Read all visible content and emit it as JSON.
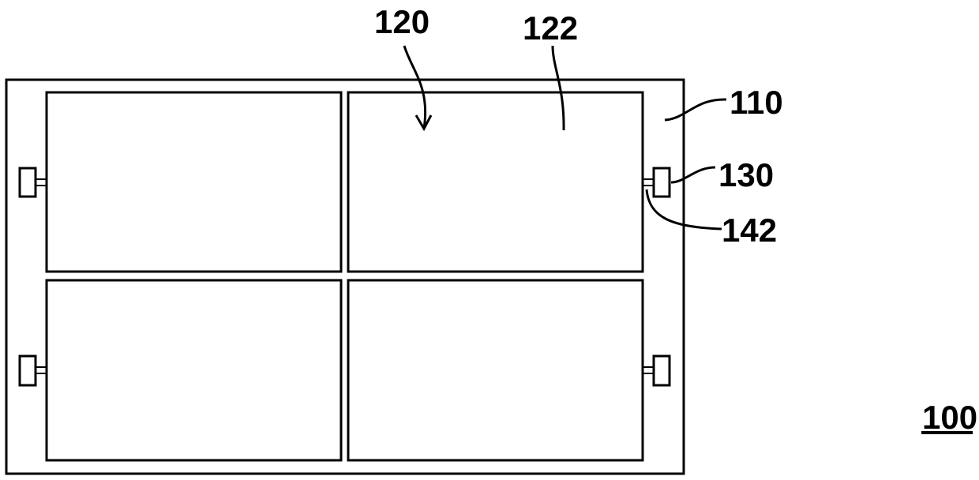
{
  "labels": {
    "panel": "120",
    "cell": "122",
    "frame": "110",
    "pad": "130",
    "lead": "142",
    "device": "100"
  },
  "colors": {
    "line": "#000000",
    "background": "#ffffff"
  }
}
